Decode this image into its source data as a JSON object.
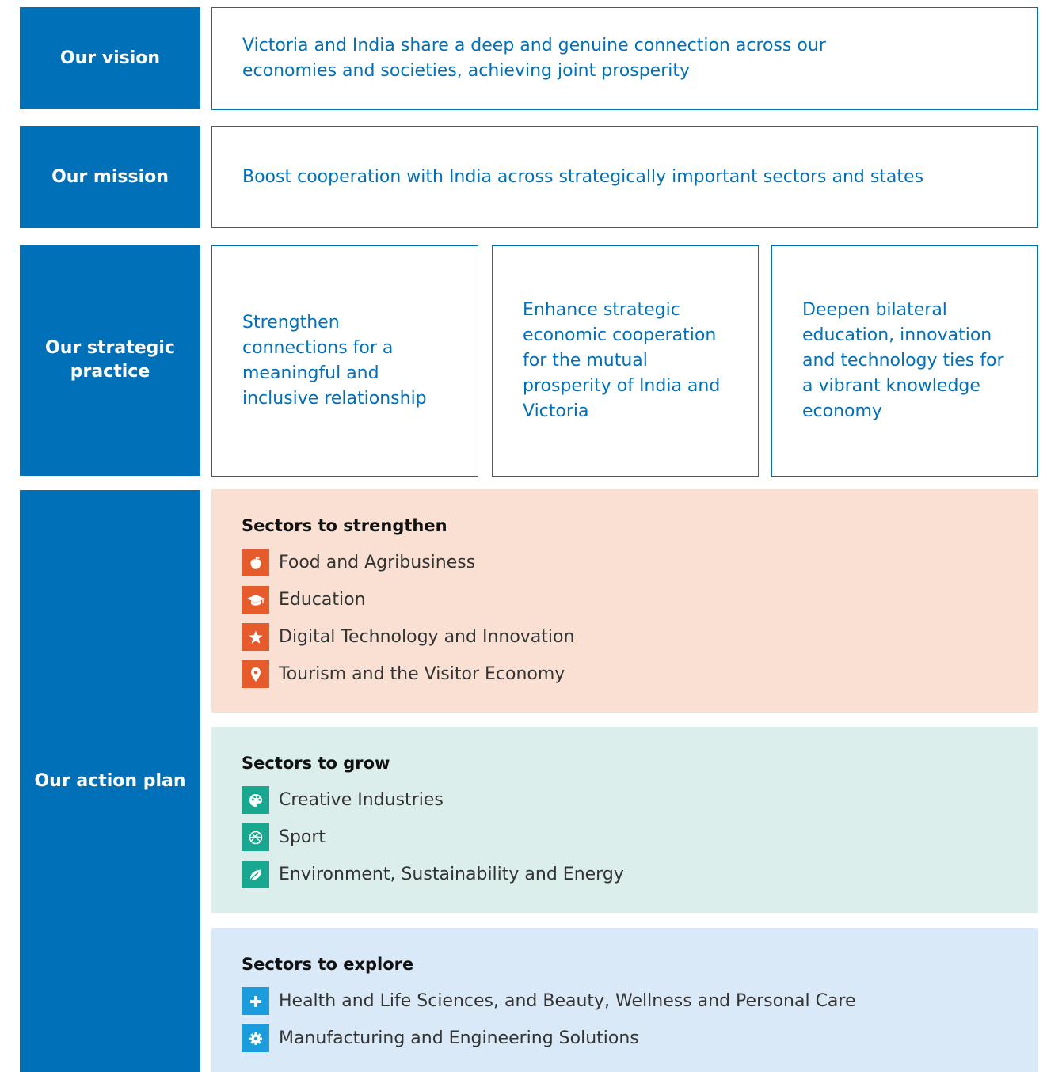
{
  "vision": {
    "label": "Our vision",
    "text": "Victoria and India share a deep and genuine connection across our economies and societies, achieving joint prosperity"
  },
  "mission": {
    "label": "Our mission",
    "text": "Boost cooperation with India across strategically important sectors and states"
  },
  "strategic_practice": {
    "label": "Our strategic practice",
    "pillars": [
      {
        "text": "Strengthen connections for a meaningful and inclusive relationship"
      },
      {
        "text": "Enhance strategic economic cooperation for the mutual prosperity of India and Victoria"
      },
      {
        "text": "Deepen bilateral education, innovation and technology ties for a vibrant knowledge economy"
      }
    ]
  },
  "action_plan": {
    "label": "Our action plan",
    "groups": [
      {
        "title": "Sectors to strengthen",
        "background": "#f9e0d3",
        "icon_color": "#e65b2b",
        "items": [
          {
            "label": "Food and Agribusiness",
            "icon": "apple-icon"
          },
          {
            "label": "Education",
            "icon": "graduation-cap-icon"
          },
          {
            "label": "Digital Technology and Innovation",
            "icon": "star-icon"
          },
          {
            "label": "Tourism and the Visitor Economy",
            "icon": "map-pin-icon"
          }
        ]
      },
      {
        "title": "Sectors to grow",
        "background": "#dbeeeb",
        "icon_color": "#17a88f",
        "items": [
          {
            "label": "Creative Industries",
            "icon": "palette-icon"
          },
          {
            "label": "Sport",
            "icon": "ball-icon"
          },
          {
            "label": "Environment, Sustainability and Energy",
            "icon": "leaf-icon"
          }
        ]
      },
      {
        "title": "Sectors to explore",
        "background": "#dae9f7",
        "icon_color": "#1a9cdd",
        "items": [
          {
            "label": "Health and Life Sciences, and Beauty, Wellness and Personal Care",
            "icon": "plus-icon"
          },
          {
            "label": "Manufacturing and Engineering Solutions",
            "icon": "gear-icon"
          }
        ]
      }
    ]
  },
  "colors": {
    "brand_blue": "#0070b8",
    "text_dark": "#333333"
  }
}
